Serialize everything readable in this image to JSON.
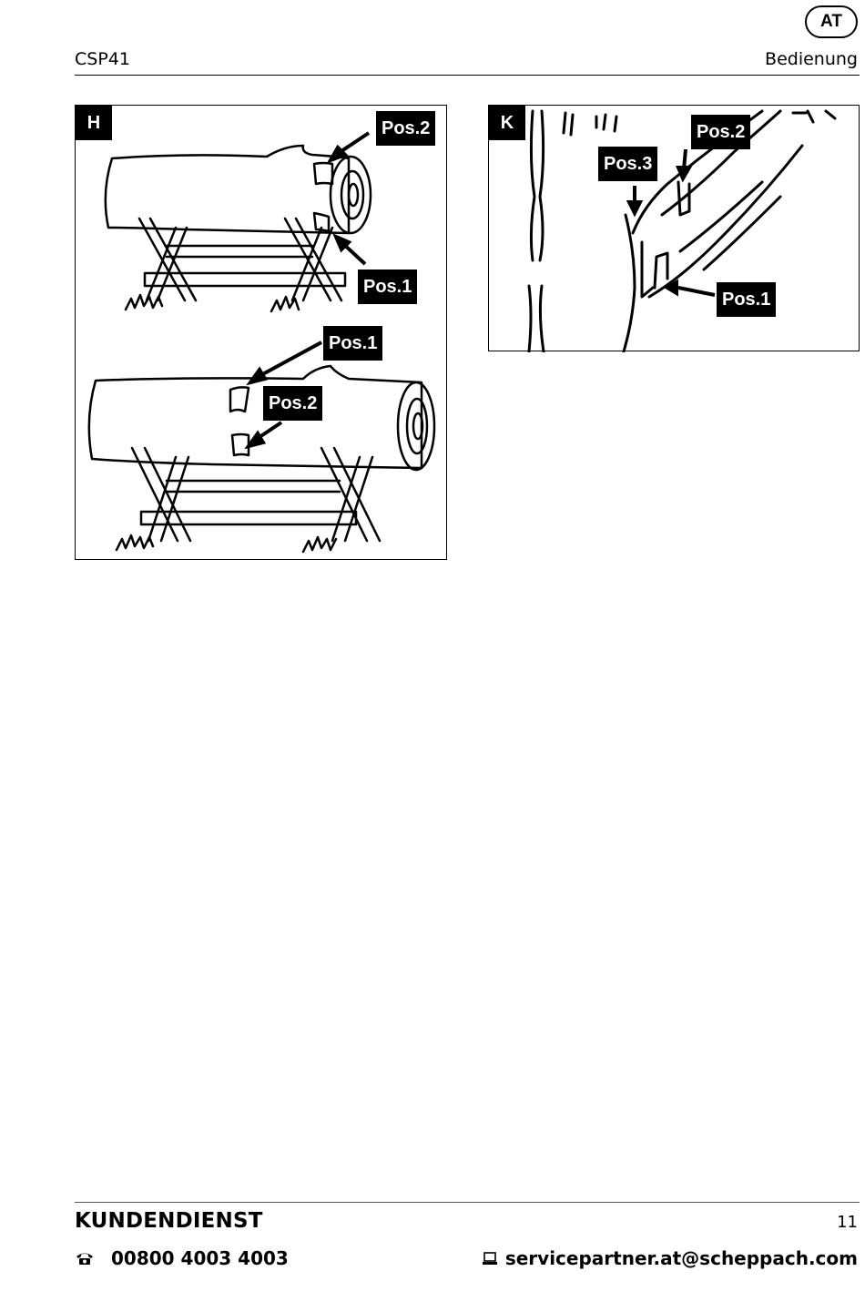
{
  "header": {
    "model": "CSP41",
    "section": "Bedienung",
    "region": "AT"
  },
  "figures": {
    "h": {
      "letter": "H",
      "labels": {
        "top_pos2": "Pos.2",
        "top_pos1": "Pos.1",
        "bottom_pos1": "Pos.1",
        "bottom_pos2": "Pos.2"
      }
    },
    "k": {
      "letter": "K",
      "labels": {
        "pos2": "Pos.2",
        "pos3": "Pos.3",
        "pos1": "Pos.1"
      }
    }
  },
  "footer": {
    "service_title": "KUNDENDIENST",
    "page_number": "11",
    "phone": "00800 4003 4003",
    "email": "servicepartner.at@scheppach.com",
    "icons": {
      "phone": "phone-icon",
      "email": "laptop-icon"
    }
  }
}
